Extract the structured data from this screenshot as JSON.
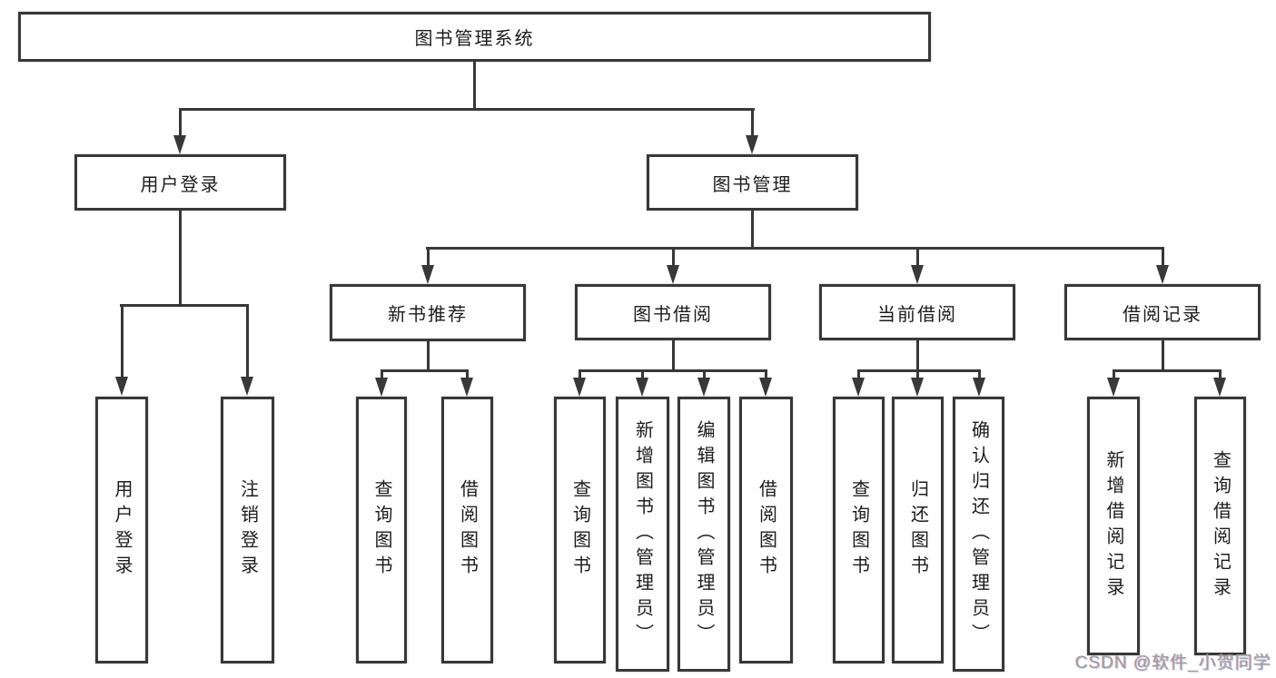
{
  "colors": {
    "line": "#383838",
    "box_border": "#383838",
    "text": "#1c1c1c",
    "background": "#ffffff",
    "watermark": "#9e9e9e"
  },
  "watermark": {
    "text": "CSDN @软件_小贺同学"
  },
  "tree": {
    "root": {
      "label": "图书管理系统"
    },
    "branches": [
      {
        "label": "用户登录",
        "children": [
          {
            "label": "用户登录"
          },
          {
            "label": "注销登录"
          }
        ]
      },
      {
        "label": "图书管理",
        "children": [
          {
            "label": "新书推荐",
            "children": [
              {
                "label": "查询图书"
              },
              {
                "label": "借阅图书"
              }
            ]
          },
          {
            "label": "图书借阅",
            "children": [
              {
                "label": "查询图书"
              },
              {
                "label": "新增图书（管理员）"
              },
              {
                "label": "编辑图书（管理员）"
              },
              {
                "label": "借阅图书"
              }
            ]
          },
          {
            "label": "当前借阅",
            "children": [
              {
                "label": "查询图书"
              },
              {
                "label": "归还图书"
              },
              {
                "label": "确认归还（管理员）"
              }
            ]
          },
          {
            "label": "借阅记录",
            "children": [
              {
                "label": "新增借阅记录"
              },
              {
                "label": "查询借阅记录"
              }
            ]
          }
        ]
      }
    ]
  }
}
